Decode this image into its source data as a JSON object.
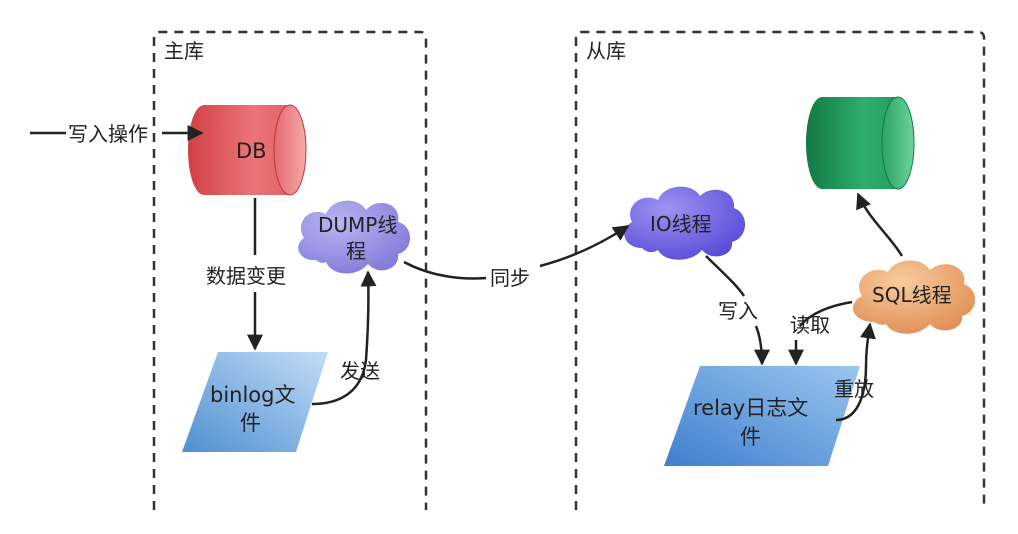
{
  "master_panel": {
    "title": "主库"
  },
  "slave_panel": {
    "title": "从库"
  },
  "nodes": {
    "db": {
      "label": "DB",
      "color": "#d94a4f"
    },
    "dump_thread": {
      "label_line1": "DUMP线",
      "label_line2": "程",
      "color": "#8b86dd"
    },
    "binlog": {
      "label_line1": "binlog文",
      "label_line2": "件",
      "color": "#6aa6e2"
    },
    "io_thread": {
      "label": "IO线程",
      "color": "#6b5fe0"
    },
    "relay_log": {
      "label_line1": "relay日志文",
      "label_line2": "件",
      "color": "#4d8fd6"
    },
    "sql_thread": {
      "label": "SQL线程",
      "color": "#e8a26a"
    },
    "slave_db": {
      "label": "",
      "color": "#1e8a55"
    }
  },
  "edges": {
    "write_op": "写入操作",
    "data_change": "数据变更",
    "send": "发送",
    "sync": "同步",
    "write_in": "写入",
    "read": "读取",
    "replay": "重放"
  }
}
